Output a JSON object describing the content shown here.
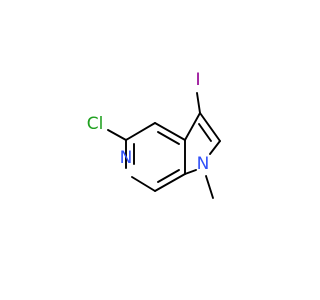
{
  "structure": {
    "atoms": {
      "i": {
        "symbol": "I"
      },
      "cl": {
        "symbol": "Cl"
      },
      "n_pyridine": {
        "symbol": "N"
      },
      "n_pyrrole": {
        "symbol": "N"
      }
    },
    "colors": {
      "bond": "#000000",
      "iodine": "#940094",
      "chlorine": "#1fa01f",
      "nitrogen": "#3050f8"
    }
  }
}
